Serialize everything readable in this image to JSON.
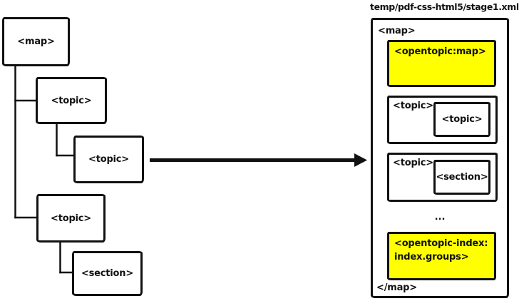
{
  "title": "temp/pdf-css-html5/stage1.xml",
  "tree": {
    "map": "<map>",
    "topic1": "<topic>",
    "topic2": "<topic>",
    "topic3": "<topic>",
    "section": "<section>"
  },
  "panel": {
    "open_tag": "<map>",
    "close_tag": "</map>",
    "blocks": {
      "opentopic_map": "<opentopic:map>",
      "topic_wrapper1": "<topic>",
      "topic_child": "<topic>",
      "topic_wrapper2": "<topic>",
      "section_child": "<section>",
      "ellipsis": "...",
      "opentopic_index": "<opentopic-index: index.groups>"
    }
  },
  "colors": {
    "highlight_yellow": "#ffff00",
    "line_black": "#111111",
    "background": "#ffffff"
  }
}
